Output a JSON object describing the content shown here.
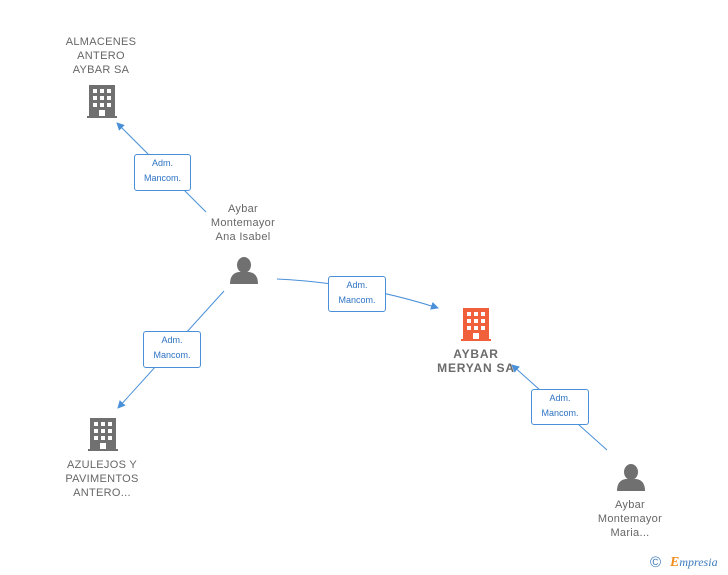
{
  "nodes": {
    "almacenes": {
      "lines": [
        "ALMACENES",
        "ANTERO",
        "AYBAR SA"
      ],
      "type": "company"
    },
    "ana_isabel": {
      "lines": [
        "Aybar",
        "Montemayor",
        "Ana Isabel"
      ],
      "type": "person"
    },
    "aybar_meryan": {
      "lines": [
        "AYBAR",
        "MERYAN SA"
      ],
      "type": "company-main"
    },
    "azulejos": {
      "lines": [
        "AZULEJOS Y",
        "PAVIMENTOS",
        "ANTERO..."
      ],
      "type": "company"
    },
    "maria": {
      "lines": [
        "Aybar",
        "Montemayor",
        "Maria..."
      ],
      "type": "person"
    }
  },
  "edges": [
    {
      "from": "ana_isabel",
      "to": "almacenes",
      "label_lines": [
        "Adm.",
        "Mancom."
      ]
    },
    {
      "from": "ana_isabel",
      "to": "aybar_meryan",
      "label_lines": [
        "Adm.",
        "Mancom."
      ]
    },
    {
      "from": "ana_isabel",
      "to": "azulejos",
      "label_lines": [
        "Adm.",
        "Mancom."
      ]
    },
    {
      "from": "maria",
      "to": "aybar_meryan",
      "label_lines": [
        "Adm.",
        "Mancom."
      ]
    }
  ],
  "colors": {
    "company": "#707070",
    "company_main": "#f0603a",
    "person": "#707070",
    "edge": "#4a90d9",
    "edge_text": "#2e73c4"
  },
  "icons": {
    "company": "building-icon",
    "person": "person-icon"
  },
  "footer": {
    "copyright": "©",
    "brand_initial": "E",
    "brand_rest": "mpresia"
  }
}
